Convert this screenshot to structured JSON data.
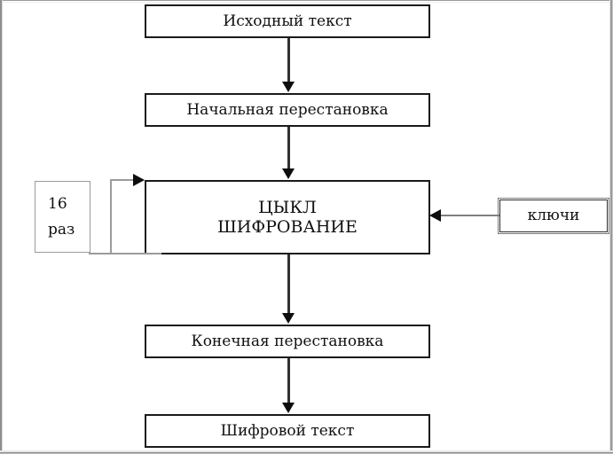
{
  "diagram": {
    "title": "DES encryption block diagram",
    "nodes": {
      "plaintext": "Исходный текст",
      "initial_permutation": "Начальная перестановка",
      "cycle": "ЦЫКЛ\nШИФРОВАНИЕ",
      "final_permutation": "Конечная перестановка",
      "ciphertext": "Шифровой текст",
      "rounds_count": "16",
      "rounds_unit": "раз",
      "keys": "ключи"
    },
    "colors": {
      "stroke_dark": "#1a1a1a",
      "stroke_gray": "#9b9b9b",
      "arrow_head": "#0d0d0d",
      "background": "#ffffff",
      "frame": "#8e8e8e"
    }
  }
}
